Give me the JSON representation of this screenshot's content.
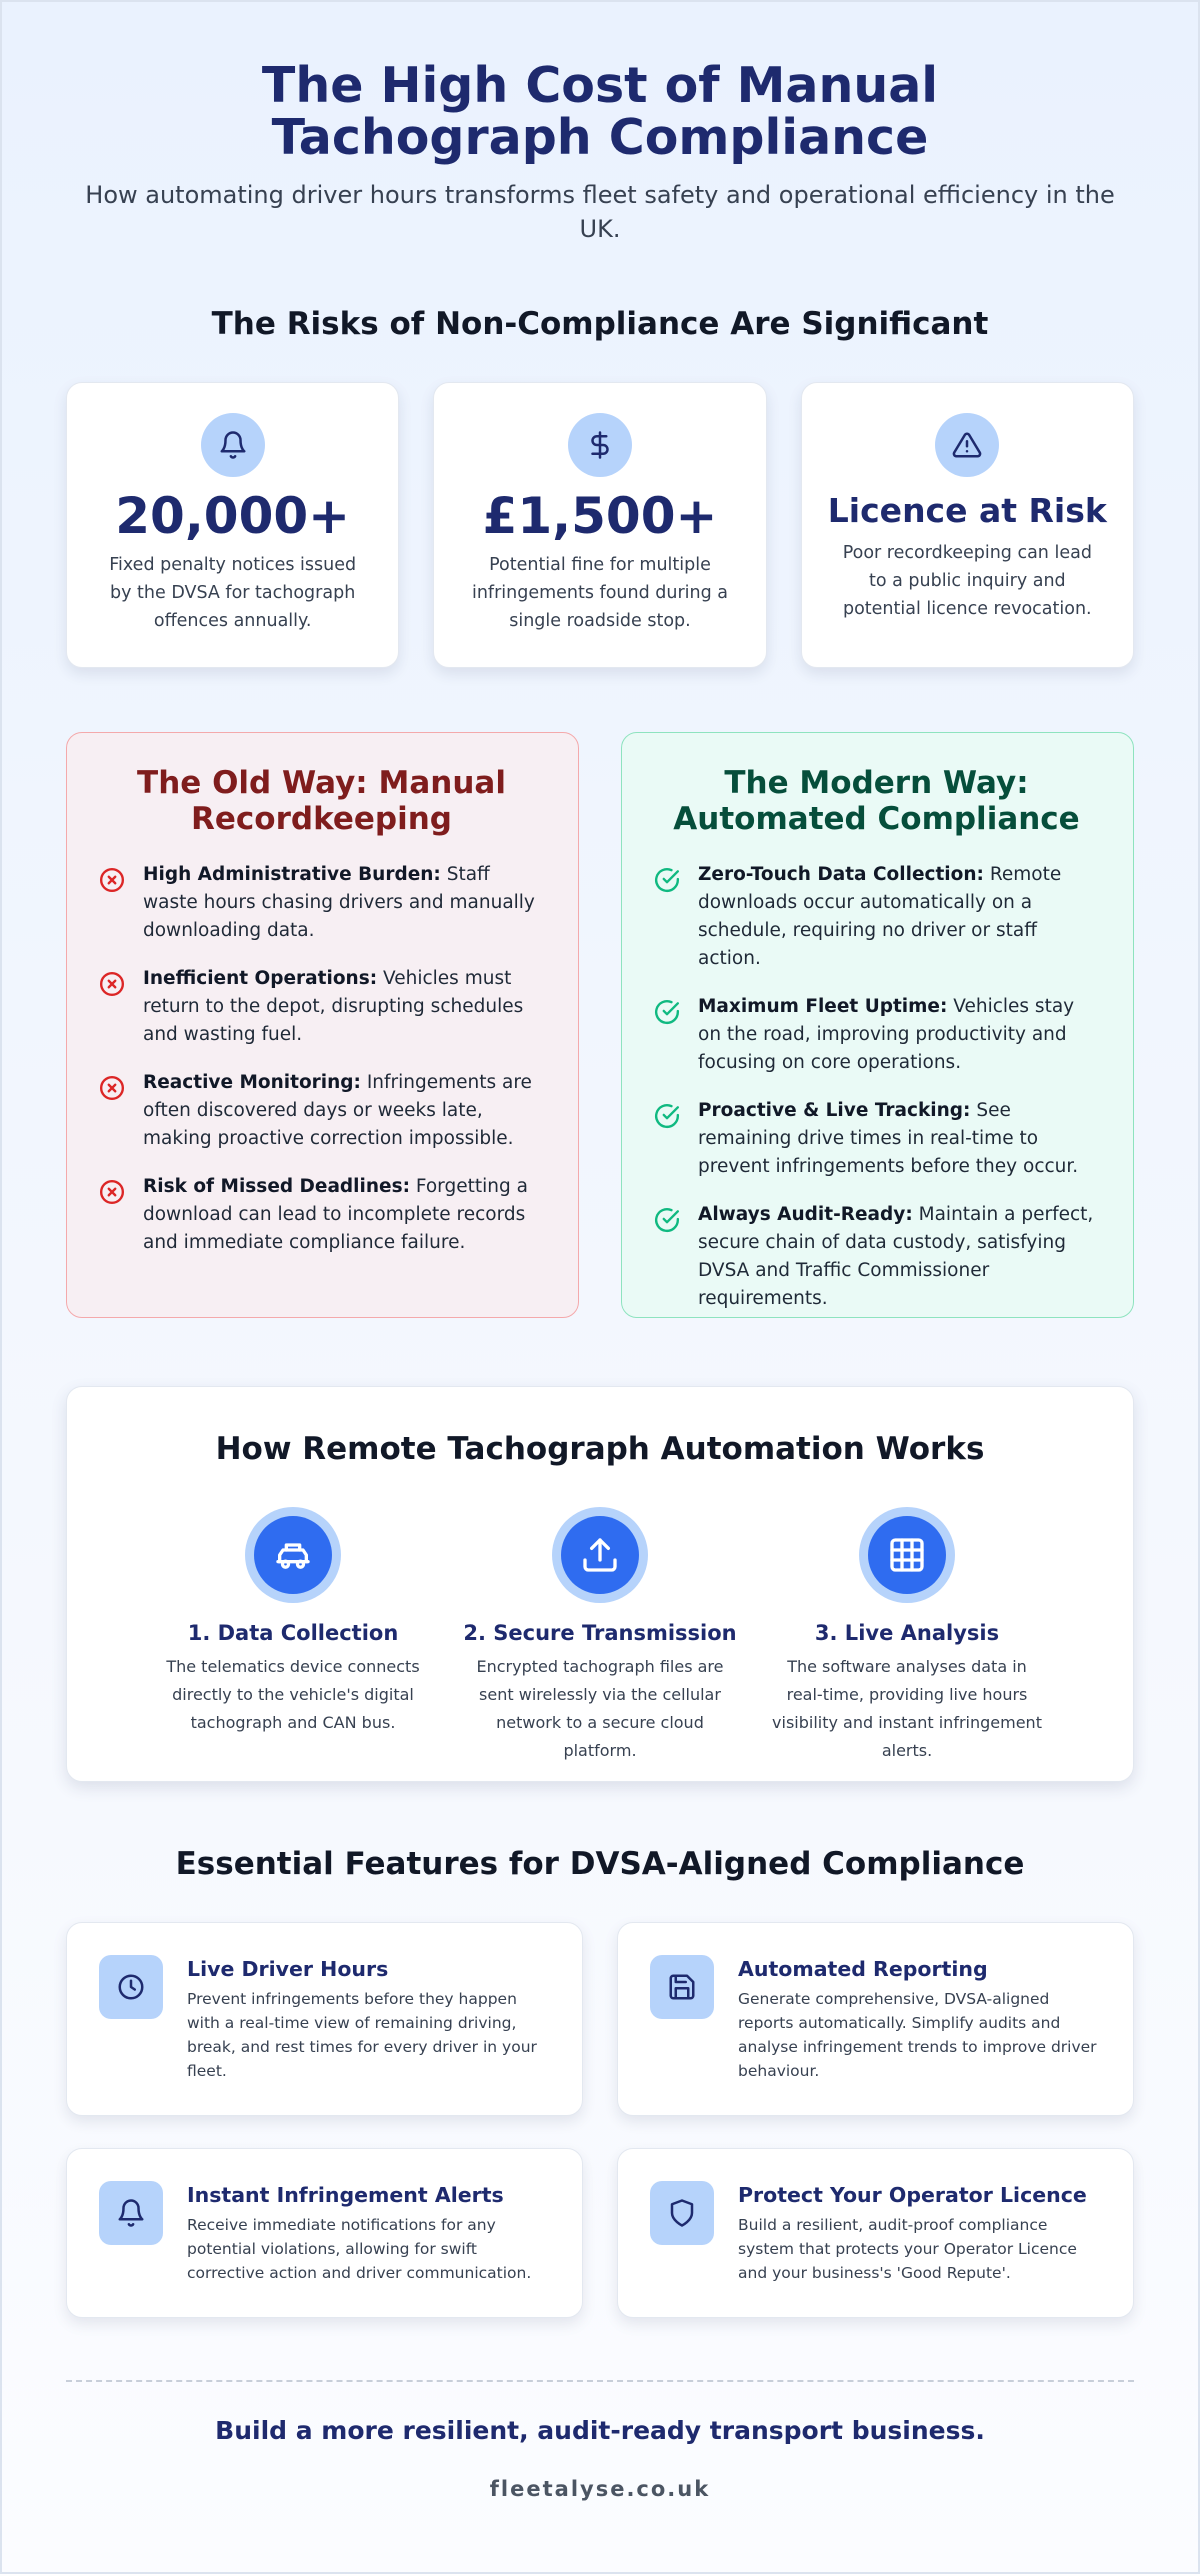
{
  "header": {
    "title": "The High Cost of Manual Tachograph Compliance",
    "subtitle": "How automating driver hours transforms fleet safety and operational efficiency in the UK."
  },
  "risks": {
    "title": "The Risks of Non-Compliance Are Significant",
    "cards": [
      {
        "icon": "bell-icon",
        "value": "20,000+",
        "description": "Fixed penalty notices issued by the DVSA for tachograph offences annually."
      },
      {
        "icon": "dollar-icon",
        "value": "£1,500+",
        "description": "Potential fine for multiple infringements found during a single roadside stop."
      },
      {
        "icon": "warning-icon",
        "value": "Licence at Risk",
        "description": "Poor recordkeeping can lead to a public inquiry and potential licence revocation."
      }
    ]
  },
  "comparison": {
    "old": {
      "title": "The Old Way: Manual Recordkeeping",
      "items": [
        {
          "heading": "High Administrative Burden:",
          "text": " Staff waste hours chasing drivers and manually downloading data."
        },
        {
          "heading": "Inefficient Operations:",
          "text": " Vehicles must return to the depot, disrupting schedules and wasting fuel."
        },
        {
          "heading": "Reactive Monitoring:",
          "text": " Infringements are often discovered days or weeks late, making proactive correction impossible."
        },
        {
          "heading": "Risk of Missed Deadlines:",
          "text": " Forgetting a download can lead to incomplete records and immediate compliance failure."
        }
      ]
    },
    "new": {
      "title": "The Modern Way: Automated Compliance",
      "items": [
        {
          "heading": "Zero-Touch Data Collection:",
          "text": " Remote downloads occur automatically on a schedule, requiring no driver or staff action."
        },
        {
          "heading": "Maximum Fleet Uptime:",
          "text": " Vehicles stay on the road, improving productivity and focusing on core operations."
        },
        {
          "heading": "Proactive & Live Tracking:",
          "text": " See remaining drive times in real-time to prevent infringements before they occur."
        },
        {
          "heading": "Always Audit-Ready:",
          "text": " Maintain a perfect, secure chain of data custody, satisfying DVSA and Traffic Commissioner requirements."
        }
      ]
    }
  },
  "how": {
    "title": "How Remote Tachograph Automation Works",
    "steps": [
      {
        "icon": "truck-icon",
        "title": "1. Data Collection",
        "description": "The telematics device connects directly to the vehicle's digital tachograph and CAN bus."
      },
      {
        "icon": "upload-icon",
        "title": "2. Secure Transmission",
        "description": "Encrypted tachograph files are sent wirelessly via the cellular network to a secure cloud platform."
      },
      {
        "icon": "grid-icon",
        "title": "3. Live Analysis",
        "description": "The software analyses data in real-time, providing live hours visibility and instant infringement alerts."
      }
    ]
  },
  "features": {
    "title": "Essential Features for DVSA-Aligned Compliance",
    "items": [
      {
        "icon": "clock-icon",
        "title": "Live Driver Hours",
        "description": "Prevent infringements before they happen with a real-time view of remaining driving, break, and rest times for every driver in your fleet."
      },
      {
        "icon": "save-icon",
        "title": "Automated Reporting",
        "description": "Generate comprehensive, DVSA-aligned reports automatically. Simplify audits and analyse infringement trends to improve driver behaviour."
      },
      {
        "icon": "bell-icon",
        "title": "Instant Infringement Alerts",
        "description": "Receive immediate notifications for any potential violations, allowing for swift corrective action and driver communication."
      },
      {
        "icon": "shield-icon",
        "title": "Protect Your Operator Licence",
        "description": "Build a resilient, audit-proof compliance system that protects your Operator Licence and your business's 'Good Repute'."
      }
    ]
  },
  "footer": {
    "cta": "Build a more resilient, audit-ready transport business.",
    "brand": "fleetalyse.co.uk"
  },
  "colors": {
    "primary": "#1e2a6e",
    "accent_blue": "#2f6cf0",
    "icon_bg": "#b6d3fb",
    "danger": "#dc2626",
    "success": "#10b981"
  }
}
